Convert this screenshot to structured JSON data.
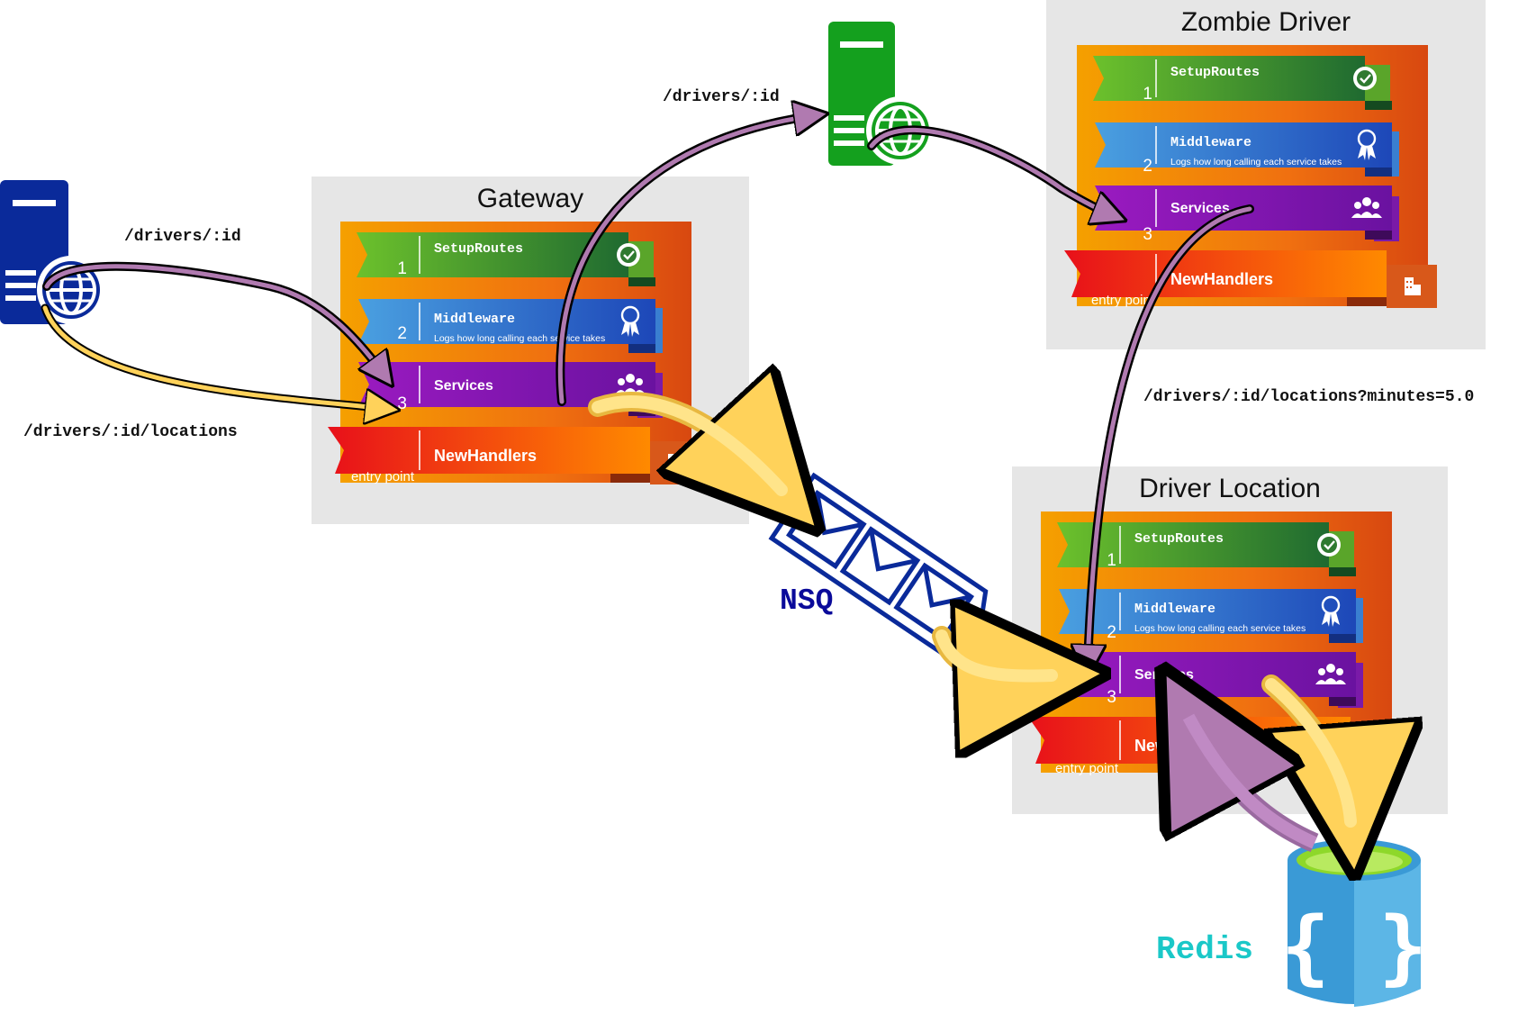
{
  "services": {
    "gateway": {
      "title": "Gateway",
      "setup_routes": "SetupRoutes",
      "middleware": "Middleware",
      "middleware_desc": "Logs how long calling each service takes",
      "services": "Services",
      "new_handlers": "NewHandlers",
      "entry_point": "entry point",
      "num1": "1",
      "num2": "2",
      "num3": "3"
    },
    "zombie_driver": {
      "title": "Zombie Driver",
      "setup_routes": "SetupRoutes",
      "middleware": "Middleware",
      "middleware_desc": "Logs how long calling each service takes",
      "services": "Services",
      "new_handlers": "NewHandlers",
      "entry_point": "entry point",
      "num1": "1",
      "num2": "2",
      "num3": "3"
    },
    "driver_location": {
      "title": "Driver Location",
      "setup_routes": "SetupRoutes",
      "middleware": "Middleware",
      "middleware_desc": "Logs how long calling each service takes",
      "services": "Services",
      "new_handlers": "NewHandlers",
      "entry_point": "entry point",
      "num1": "1",
      "num2": "2",
      "num3": "3"
    }
  },
  "routes": {
    "client_id": "/drivers/:id",
    "client_locations": "/drivers/:id/locations",
    "gateway_to_proxy": "/drivers/:id",
    "zombie_to_location": "/drivers/:id/locations?minutes=5.0"
  },
  "components": {
    "queue_label": "NSQ",
    "store_label": "Redis",
    "client_icon": "web-server-icon",
    "proxy_icon": "web-server-icon",
    "queue_icon": "message-queue-icon",
    "store_icon": "database-icon"
  },
  "colors": {
    "client_server": "#0a2a9a",
    "proxy_server": "#14a01e",
    "queue": "#0a2a9a",
    "queue_label": "#0a0a9a",
    "store_label": "#1ac8c8",
    "store_body": "#3a9ad6",
    "store_top": "#8ed82a",
    "panel_bg": "#e6e6e6",
    "setup_band": "#3f9a2f",
    "middleware_band": "#2f7fd4",
    "services_band": "#7a1aa8",
    "handlers_band": "#f04a10",
    "http_arrow": "#b07ab0",
    "event_arrow": "#ffd25a"
  }
}
